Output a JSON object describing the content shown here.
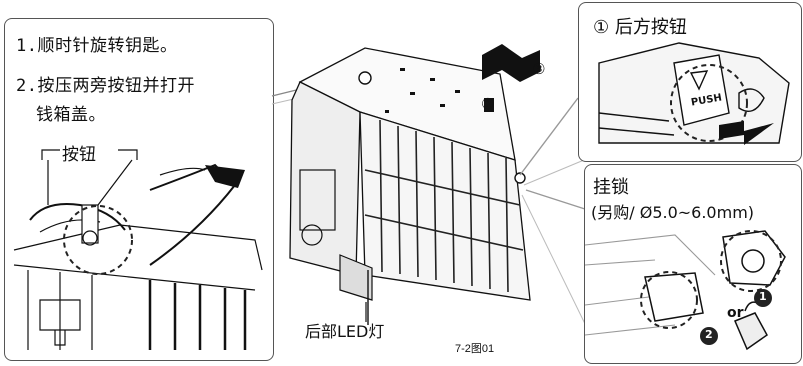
{
  "left_panel": {
    "step1": "1.顺时针旋转钥匙。",
    "step2_line1": "2.按压两旁按钮并打开",
    "step2_line2": "钱箱盖。",
    "button_label": "按钮"
  },
  "center": {
    "rear_led_label": "后部LED灯",
    "figure_number": "7-2图01",
    "arrow_step_2": "②",
    "arrow_step_3": "③"
  },
  "top_right_panel": {
    "title": "① 后方按钮",
    "push_text": "PUSH"
  },
  "bottom_right_panel": {
    "title": "挂锁",
    "subtitle": "(另购/ Ø5.0~6.0mm)",
    "badge_1": "1",
    "badge_2": "2",
    "or_text": "or"
  }
}
